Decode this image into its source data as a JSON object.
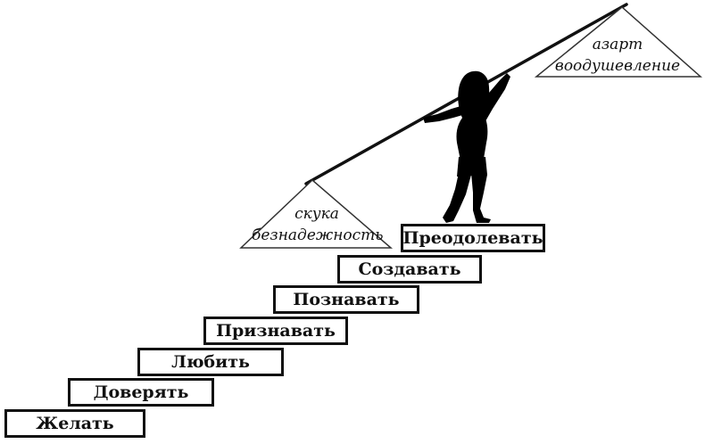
{
  "steps": [
    {
      "label": "Желать"
    },
    {
      "label": "Доверять"
    },
    {
      "label": "Любить"
    },
    {
      "label": "Признавать"
    },
    {
      "label": "Познавать"
    },
    {
      "label": "Создавать"
    },
    {
      "label": "Преодолевать"
    }
  ],
  "low_weight": {
    "line1": "скука",
    "line2": "безнадежность"
  },
  "high_weight": {
    "line1": "азарт",
    "line2": "воодушевление"
  },
  "colors": {
    "ink": "#111111",
    "background": "#ffffff"
  }
}
